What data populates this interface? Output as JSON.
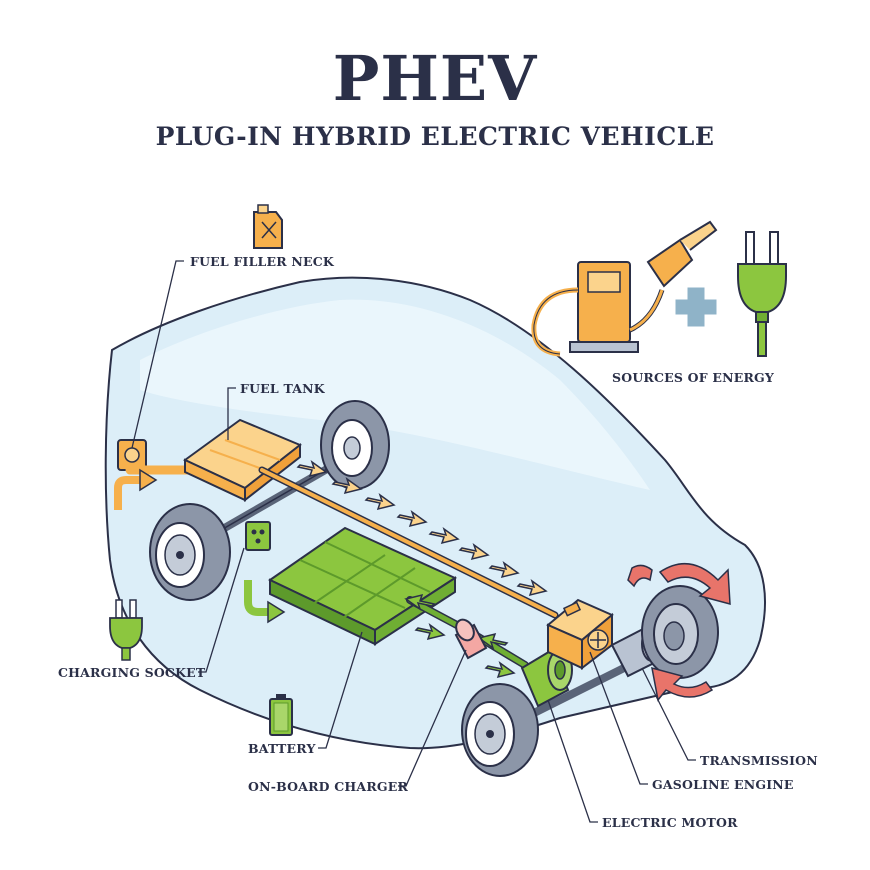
{
  "title": "PHEV",
  "subtitle": "PLUG-IN HYBRID ELECTRIC VEHICLE",
  "labels": {
    "fuel_filler_neck": "FUEL FILLER NECK",
    "fuel_tank": "FUEL TANK",
    "sources_of_energy": "SOURCES OF ENERGY",
    "charging_socket": "CHARGING SOCKET",
    "battery": "BATTERY",
    "on_board_charger": "ON-BOARD CHARGER",
    "transmission": "TRANSMISSION",
    "gasoline_engine": "GASOLINE ENGINE",
    "electric_motor": "ELECTRIC MOTOR"
  },
  "colors": {
    "outline": "#2b3048",
    "body_fill": "#dceef8",
    "fuel_orange": "#f6b04c",
    "fuel_light": "#fbd38c",
    "battery_green": "#8cc63f",
    "battery_dark": "#5d9a2b",
    "tire": "#8c96a8",
    "rotation_red": "#e8746a",
    "plus_blue": "#8fb3c8"
  }
}
